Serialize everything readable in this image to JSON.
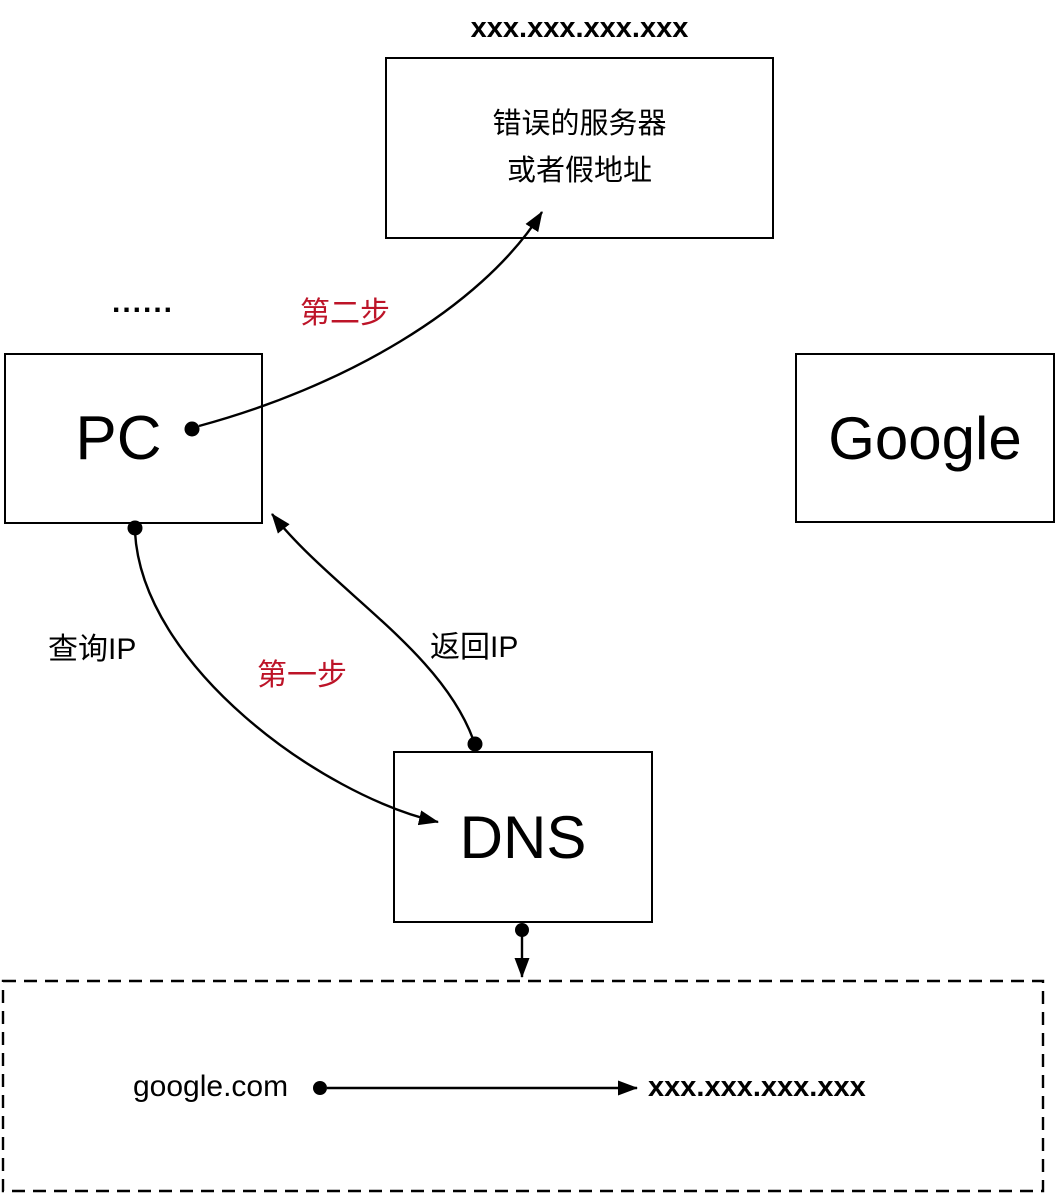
{
  "diagram": {
    "title_hint": "DNS hijack / wrong DNS resolution flow diagram",
    "colors": {
      "background": "#ffffff",
      "line": "#000000",
      "step_red": "#bd1428"
    },
    "nodes": {
      "wrong_server": {
        "ip_label": "xxx.xxx.xxx.xxx",
        "label_line1": "错误的服务器",
        "label_line2": "或者假地址"
      },
      "pc": {
        "ellipsis": "......",
        "label": "PC"
      },
      "google": {
        "label": "Google"
      },
      "dns": {
        "label": "DNS"
      }
    },
    "edges": {
      "step2_label": "第二步",
      "step1_label": "第一步",
      "query_ip_label": "查询IP",
      "return_ip_label": "返回IP"
    },
    "dns_record": {
      "domain": "google.com",
      "ip": "xxx.xxx.xxx.xxx"
    }
  }
}
